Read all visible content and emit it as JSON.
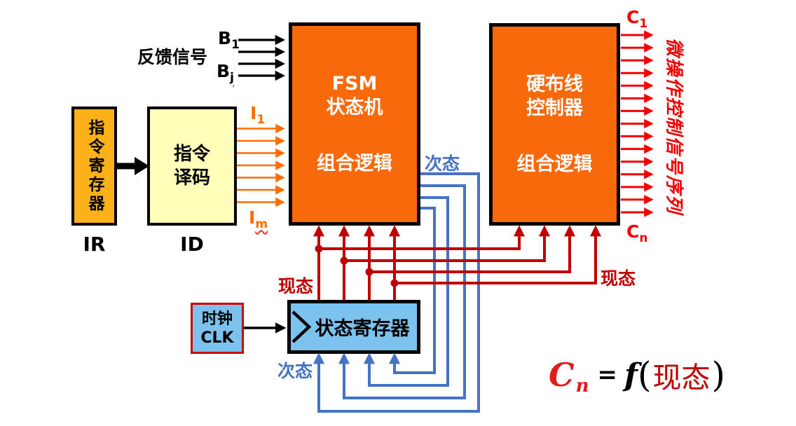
{
  "boxes": {
    "ir": {
      "label": "指令寄存器",
      "caption": "IR"
    },
    "id": {
      "line1": "指令",
      "line2": "译码",
      "caption": "ID"
    },
    "fsm": {
      "line1": "FSM",
      "line2": "状态机",
      "line3": "组合逻辑"
    },
    "hw": {
      "line1": "硬布线",
      "line2": "控制器",
      "line3": "组合逻辑"
    },
    "state_register": {
      "label": "状态寄存器"
    },
    "clock": {
      "line1": "时钟",
      "line2": "CLK"
    }
  },
  "labels": {
    "feedback": "反馈信号",
    "b_first": {
      "base": "B",
      "sub": "1"
    },
    "b_last": {
      "base": "B",
      "sub": "j"
    },
    "i_first": {
      "base": "I",
      "sub": "1"
    },
    "i_last": {
      "base": "I",
      "sub": "m"
    },
    "c_first": {
      "base": "C",
      "sub": "1"
    },
    "c_last": {
      "base": "C",
      "sub": "n"
    },
    "current_state_left": "现态",
    "current_state_right": "现态",
    "next_state_top": "次态",
    "next_state_bottom": "次态",
    "micro_op_output": "微操作控制信号序列"
  },
  "formula": {
    "lhs_base": "C",
    "lhs_sub": "n",
    "eq": "=",
    "fn": "f",
    "open": "(",
    "arg": "现态",
    "close": ")"
  },
  "counts": {
    "feedback_arrows": 4,
    "instruction_arrows": 7,
    "output_arrows": 15
  },
  "colors": {
    "box_orange": "#F8690B",
    "arrow_orange": "#FF6D00",
    "bright_red": "#F40000",
    "dark_red": "#C00000",
    "blue": "#4472C4",
    "light_blue": "#7CC2EF",
    "pale_yellow": "#FFFFB9",
    "amber": "#FBB117",
    "clock_border": "#CC0000",
    "formula_red": "#E21B1B"
  }
}
